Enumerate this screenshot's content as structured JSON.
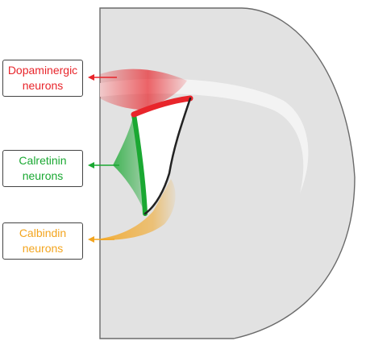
{
  "labels": {
    "dopaminergic": {
      "line1": "Dopaminergic",
      "line2": "neurons",
      "color": "#e8252b"
    },
    "calretinin": {
      "line1": "Calretinin",
      "line2": "neurons",
      "color": "#1aa832"
    },
    "calbindin": {
      "line1": "Calbindin",
      "line2": "neurons",
      "color": "#f3a51f"
    }
  },
  "colors": {
    "hemisphere_fill": "#e2e2e2",
    "hemisphere_stroke": "#6a6a6a",
    "ventricle_fill": "#ffffff",
    "white_matter": "#f3f3f3"
  }
}
